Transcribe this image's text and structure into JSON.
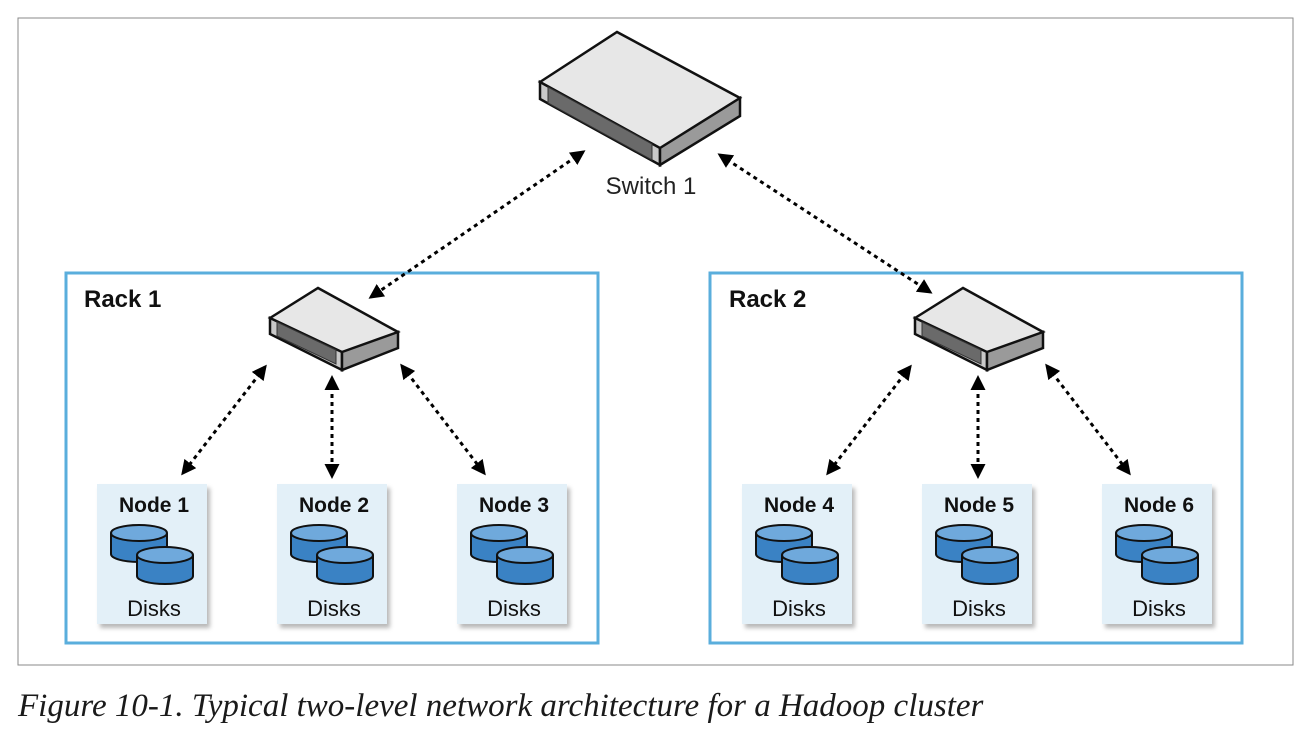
{
  "switch": {
    "label": "Switch 1"
  },
  "racks": [
    {
      "label": "Rack 1",
      "nodes": [
        {
          "label": "Node 1",
          "disks_label": "Disks"
        },
        {
          "label": "Node 2",
          "disks_label": "Disks"
        },
        {
          "label": "Node 3",
          "disks_label": "Disks"
        }
      ]
    },
    {
      "label": "Rack 2",
      "nodes": [
        {
          "label": "Node 4",
          "disks_label": "Disks"
        },
        {
          "label": "Node 5",
          "disks_label": "Disks"
        },
        {
          "label": "Node 6",
          "disks_label": "Disks"
        }
      ]
    }
  ],
  "caption": "Figure 10-1. Typical two-level network architecture for a Hadoop cluster",
  "colors": {
    "rack_border": "#5aaedc",
    "node_fill": "#e3f0f8",
    "disk_fill": "#3a82c4",
    "disk_top": "#6fa9dc",
    "switch_fill": "#c4c4c4"
  }
}
